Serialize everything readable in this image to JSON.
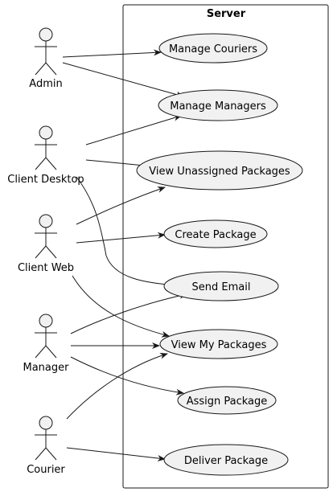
{
  "diagram": {
    "type": "use-case",
    "system": {
      "title": "Server"
    },
    "actors": [
      {
        "id": "admin",
        "label": "Admin"
      },
      {
        "id": "client_desktop",
        "label": "Client Desktop"
      },
      {
        "id": "client_web",
        "label": "Client Web"
      },
      {
        "id": "manager",
        "label": "Manager"
      },
      {
        "id": "courier",
        "label": "Courier"
      }
    ],
    "use_cases": [
      {
        "id": "manage_couriers",
        "label": "Manage Couriers"
      },
      {
        "id": "manage_managers",
        "label": "Manage Managers"
      },
      {
        "id": "view_unassigned",
        "label": "View Unassigned Packages"
      },
      {
        "id": "create_package",
        "label": "Create Package"
      },
      {
        "id": "send_email",
        "label": "Send Email"
      },
      {
        "id": "view_my_packages",
        "label": "View My Packages"
      },
      {
        "id": "assign_package",
        "label": "Assign Package"
      },
      {
        "id": "deliver_package",
        "label": "Deliver Package"
      }
    ],
    "associations": [
      {
        "from": "admin",
        "to": "manage_couriers"
      },
      {
        "from": "admin",
        "to": "manage_managers"
      },
      {
        "from": "client_desktop",
        "to": "manage_managers"
      },
      {
        "from": "client_desktop",
        "to": "view_unassigned"
      },
      {
        "from": "client_desktop",
        "to": "send_email"
      },
      {
        "from": "client_web",
        "to": "view_unassigned"
      },
      {
        "from": "client_web",
        "to": "create_package"
      },
      {
        "from": "client_web",
        "to": "view_my_packages"
      },
      {
        "from": "manager",
        "to": "send_email"
      },
      {
        "from": "manager",
        "to": "view_my_packages"
      },
      {
        "from": "manager",
        "to": "assign_package"
      },
      {
        "from": "courier",
        "to": "view_my_packages"
      },
      {
        "from": "courier",
        "to": "deliver_package"
      }
    ]
  },
  "colors": {
    "fill": "#f1f1f1",
    "stroke": "#181818",
    "background": "#ffffff"
  }
}
